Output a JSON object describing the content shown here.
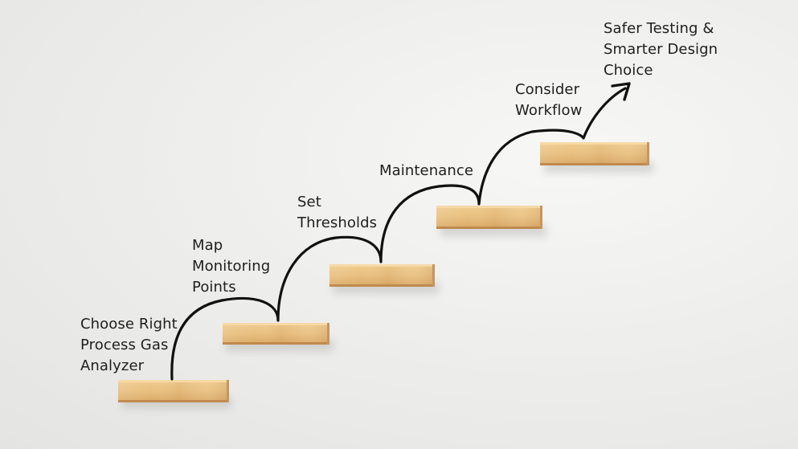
{
  "colors": {
    "background": "#ececea",
    "wood_top": "#f2cf94",
    "wood_front": "#e3b574",
    "wood_edge": "#c9955a",
    "path_stroke": "#111111",
    "text": "#1e1e1e"
  },
  "steps": [
    {
      "label": "Choose Right\nProcess Gas\nAnalyzer"
    },
    {
      "label": "Map\nMonitoring\nPoints"
    },
    {
      "label": "Set\nThresholds"
    },
    {
      "label": "Maintenance"
    },
    {
      "label": "Consider\nWorkflow"
    },
    {
      "label": "Safer Testing &\nSmarter Design\nChoice"
    }
  ],
  "path": {
    "arrowhead": "arrow-icon"
  }
}
